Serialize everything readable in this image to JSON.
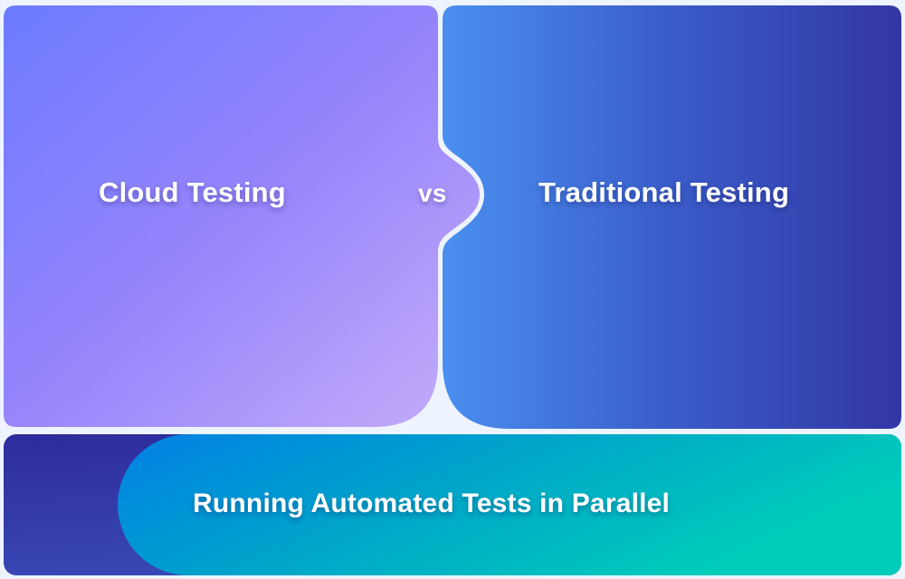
{
  "comparison": {
    "left_label": "Cloud Testing",
    "separator_label": "vs",
    "right_label": "Traditional Testing"
  },
  "banner": {
    "label": "Running Automated Tests in Parallel"
  },
  "colors": {
    "background": "#eef4fe",
    "left_panel_gradient": [
      "#6c7bff",
      "#9785fb",
      "#c6aefa"
    ],
    "right_panel_gradient": [
      "#4a8ff0",
      "#3a5cc9",
      "#3236a3"
    ],
    "banner_base": "#2f2f9e",
    "banner_pill_gradient": [
      "#0180e4",
      "#00a6c9",
      "#00cdb9"
    ],
    "text": "#ffffff"
  }
}
